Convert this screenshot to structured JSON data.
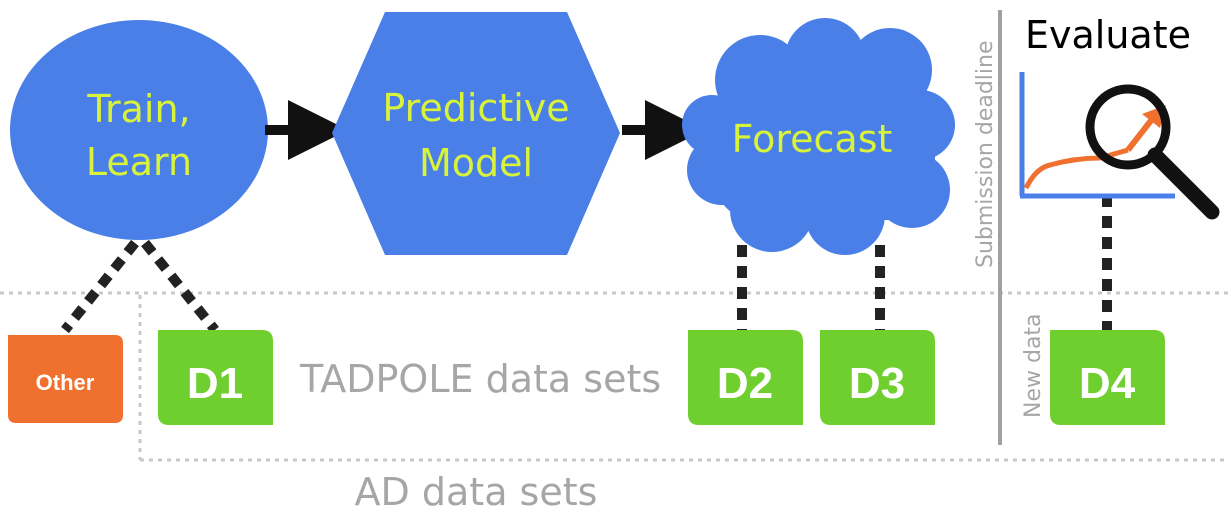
{
  "nodes": {
    "train": {
      "line1": "Train,",
      "line2": "Learn"
    },
    "model": {
      "line1": "Predictive",
      "line2": "Model"
    },
    "forecast": {
      "label": "Forecast"
    },
    "evaluate": {
      "title": "Evaluate"
    }
  },
  "datasets": {
    "other": "Other",
    "d1": "D1",
    "d2": "D2",
    "d3": "D3",
    "d4": "D4"
  },
  "labels": {
    "tadpole": "TADPOLE data sets",
    "ad": "AD data sets",
    "submission_deadline": "Submission deadline",
    "new_data": "New data"
  },
  "colors": {
    "blue": "#4a7fe8",
    "yellow_text": "#d9f23a",
    "green": "#6fcf2e",
    "orange": "#f07030",
    "grey": "#a6a6a6"
  }
}
